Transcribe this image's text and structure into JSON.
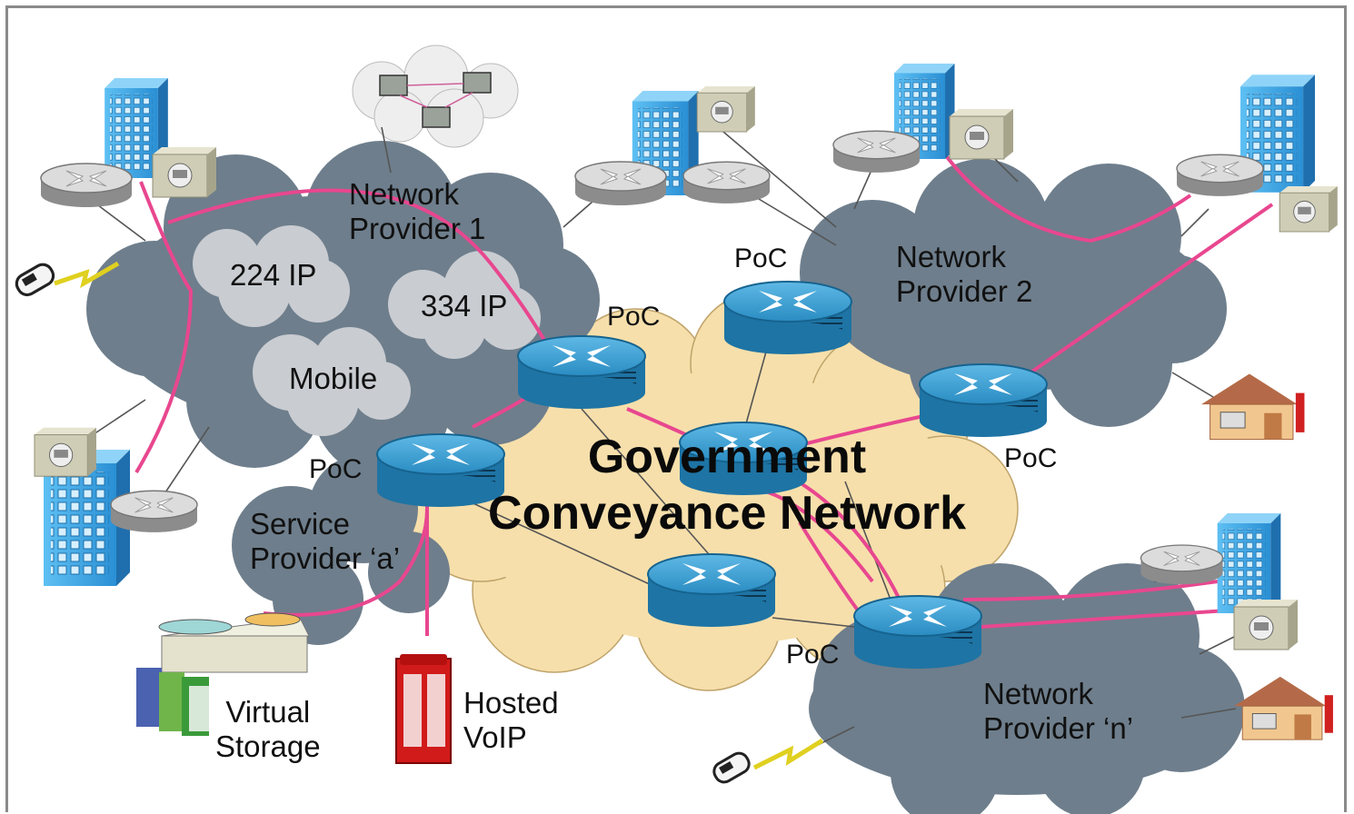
{
  "diagram": {
    "center": {
      "title": "Government\nConveyance Network"
    },
    "providers": {
      "np1": "Network\nProvider 1",
      "np2": "Network\nProvider 2",
      "npn": "Network\nProvider ‘n’",
      "spa": "Service\nProvider ‘a’"
    },
    "subnets": {
      "ip224": "224 IP",
      "ip334": "334 IP",
      "mobile": "Mobile"
    },
    "poc_label": "PoC",
    "endpoints": {
      "storage": "Virtual\nStorage",
      "voip": "Hosted\nVoIP"
    },
    "colors": {
      "cloud_dark": "#6e7e8c",
      "cloud_light": "#c9ccd1",
      "core_cloud": "#f6dfab",
      "router": "#2c8fc4",
      "pink_link": "#e8478f",
      "building": "#3ea6e6"
    }
  }
}
